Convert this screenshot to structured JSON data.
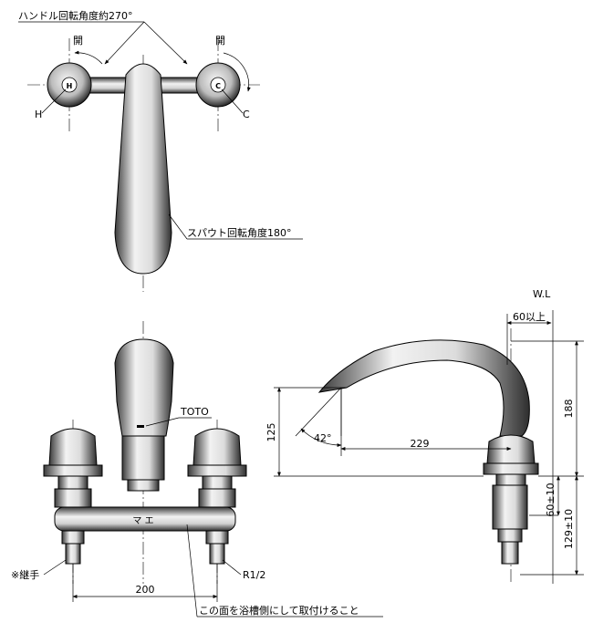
{
  "labels": {
    "handle_rotation": "ハンドル回転角度約270°",
    "open_left": "開",
    "open_right": "開",
    "hot": "H",
    "cold": "C",
    "spout_rotation": "スパウト回転角度180°",
    "brand": "TOTO",
    "wall_line": "W.L",
    "min_60": "60以上",
    "dim_188": "188",
    "dim_125": "125",
    "angle_42": "42°",
    "dim_229": "229",
    "dim_60_tol": "60±10",
    "dim_129_tol": "129±10",
    "fitting_note": "※継手",
    "pitch_200": "200",
    "thread": "R1/2",
    "install_note": "この面を浴槽側にして取付けること",
    "body_mark": "マ エ"
  },
  "colors": {
    "line": "#000000",
    "gradient_light": "#f2f2f2",
    "gradient_dark": "#3a3a3a"
  }
}
